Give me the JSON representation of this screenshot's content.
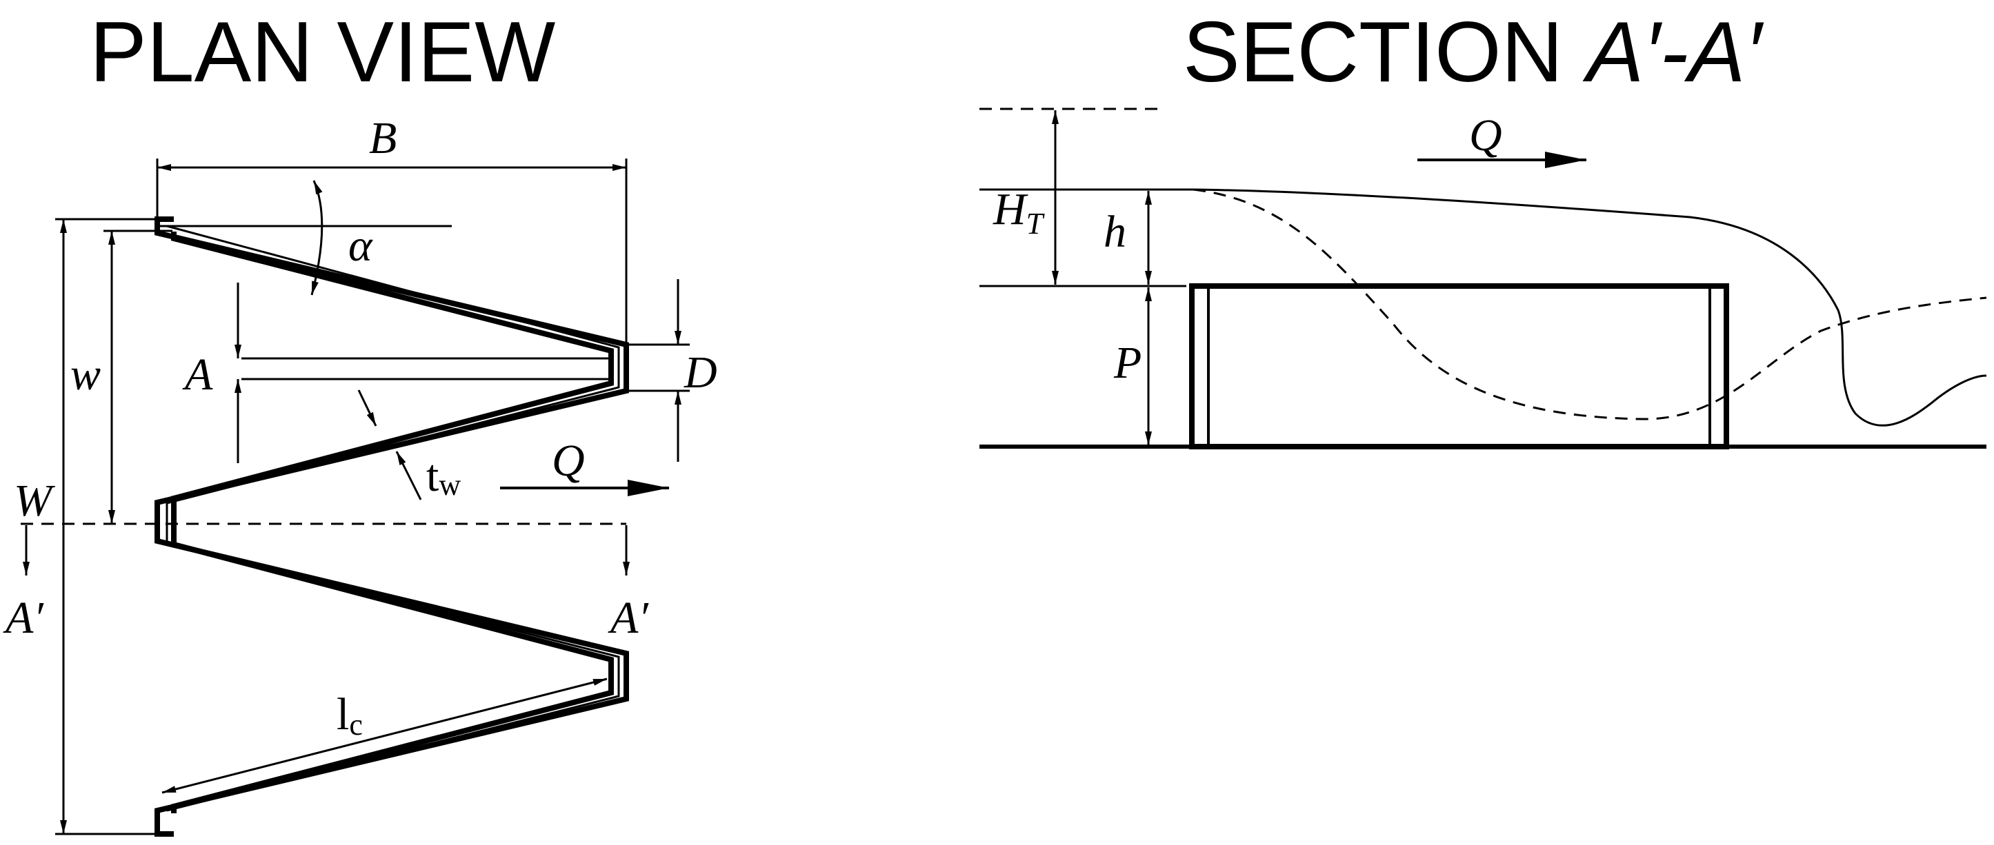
{
  "titles": {
    "plan": "PLAN VIEW",
    "section_prefix": "SECTION ",
    "section_italic": "A′-A′"
  },
  "plan_labels": {
    "B": "B",
    "alpha": "α",
    "w": "w",
    "A": "A",
    "D": "D",
    "t": "t",
    "t_sub": "w",
    "Q": "Q",
    "W": "W",
    "A_prime_left": "A′",
    "A_prime_right": "A′",
    "l": "l",
    "l_sub": "c"
  },
  "section_labels": {
    "Q": "Q",
    "H": "H",
    "H_sub": "T",
    "h": "h",
    "P": "P"
  }
}
